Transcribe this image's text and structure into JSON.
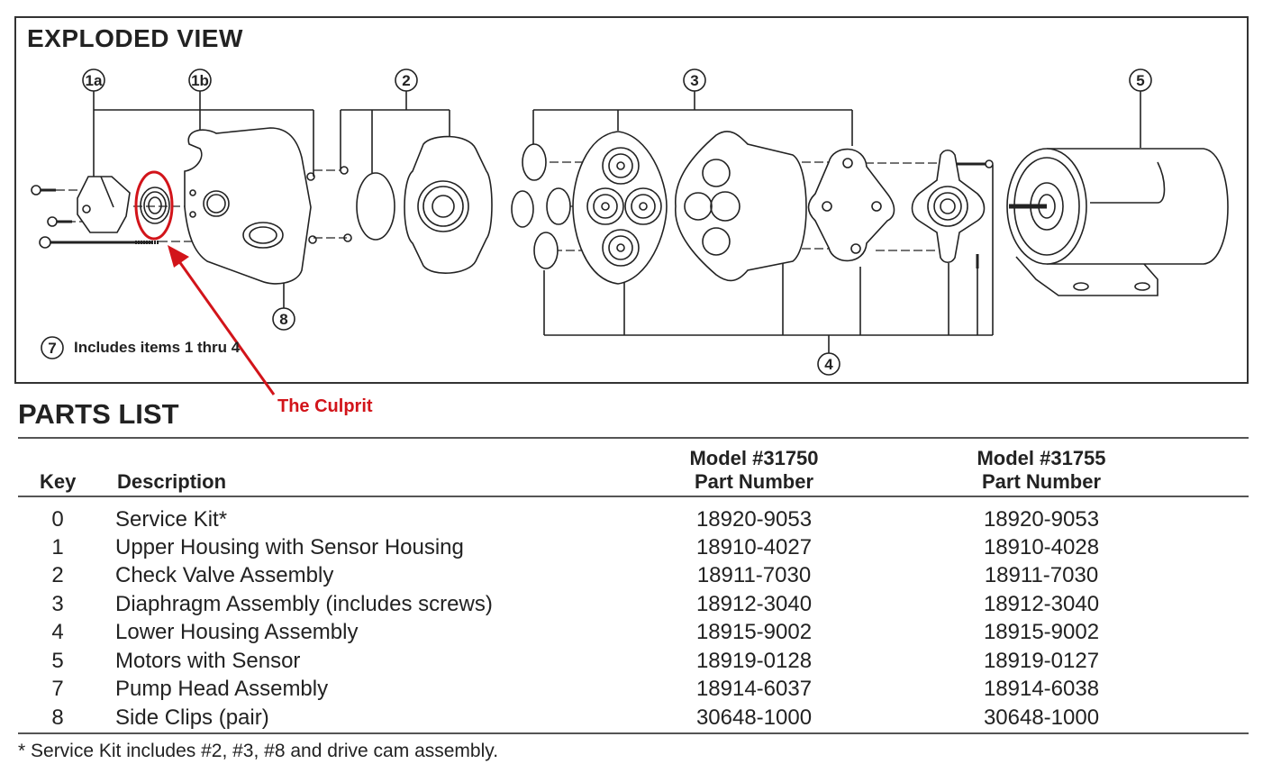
{
  "exploded_view": {
    "title": "EXPLODED VIEW",
    "callouts": {
      "c1a": "1a",
      "c1b": "1b",
      "c2": "2",
      "c3": "3",
      "c4": "4",
      "c5": "5",
      "c7": "7",
      "c8": "8"
    },
    "includes_note": "Includes items 1 thru 4",
    "annotation": {
      "label": "The Culprit",
      "color": "#d2141a"
    }
  },
  "parts_list": {
    "title": "PARTS LIST",
    "headers": {
      "key": "Key",
      "description": "Description",
      "model1_line1": "Model #31750",
      "model1_line2": "Part Number",
      "model2_line1": "Model #31755",
      "model2_line2": "Part Number"
    },
    "rows": [
      {
        "key": "0",
        "description": "Service Kit*",
        "model_31750": "18920-9053",
        "model_31755": "18920-9053"
      },
      {
        "key": "1",
        "description": "Upper Housing with Sensor Housing",
        "model_31750": "18910-4027",
        "model_31755": "18910-4028"
      },
      {
        "key": "2",
        "description": "Check Valve Assembly",
        "model_31750": "18911-7030",
        "model_31755": "18911-7030"
      },
      {
        "key": "3",
        "description": "Diaphragm Assembly (includes screws)",
        "model_31750": "18912-3040",
        "model_31755": "18912-3040"
      },
      {
        "key": "4",
        "description": "Lower Housing Assembly",
        "model_31750": "18915-9002",
        "model_31755": "18915-9002"
      },
      {
        "key": "5",
        "description": "Motors with Sensor",
        "model_31750": "18919-0128",
        "model_31755": "18919-0127"
      },
      {
        "key": "7",
        "description": "Pump Head Assembly",
        "model_31750": "18914-6037",
        "model_31755": "18914-6038"
      },
      {
        "key": "8",
        "description": "Side Clips (pair)",
        "model_31750": "30648-1000",
        "model_31755": "30648-1000"
      }
    ],
    "footnote": "*  Service Kit includes #2, #3, #8 and drive cam assembly."
  }
}
